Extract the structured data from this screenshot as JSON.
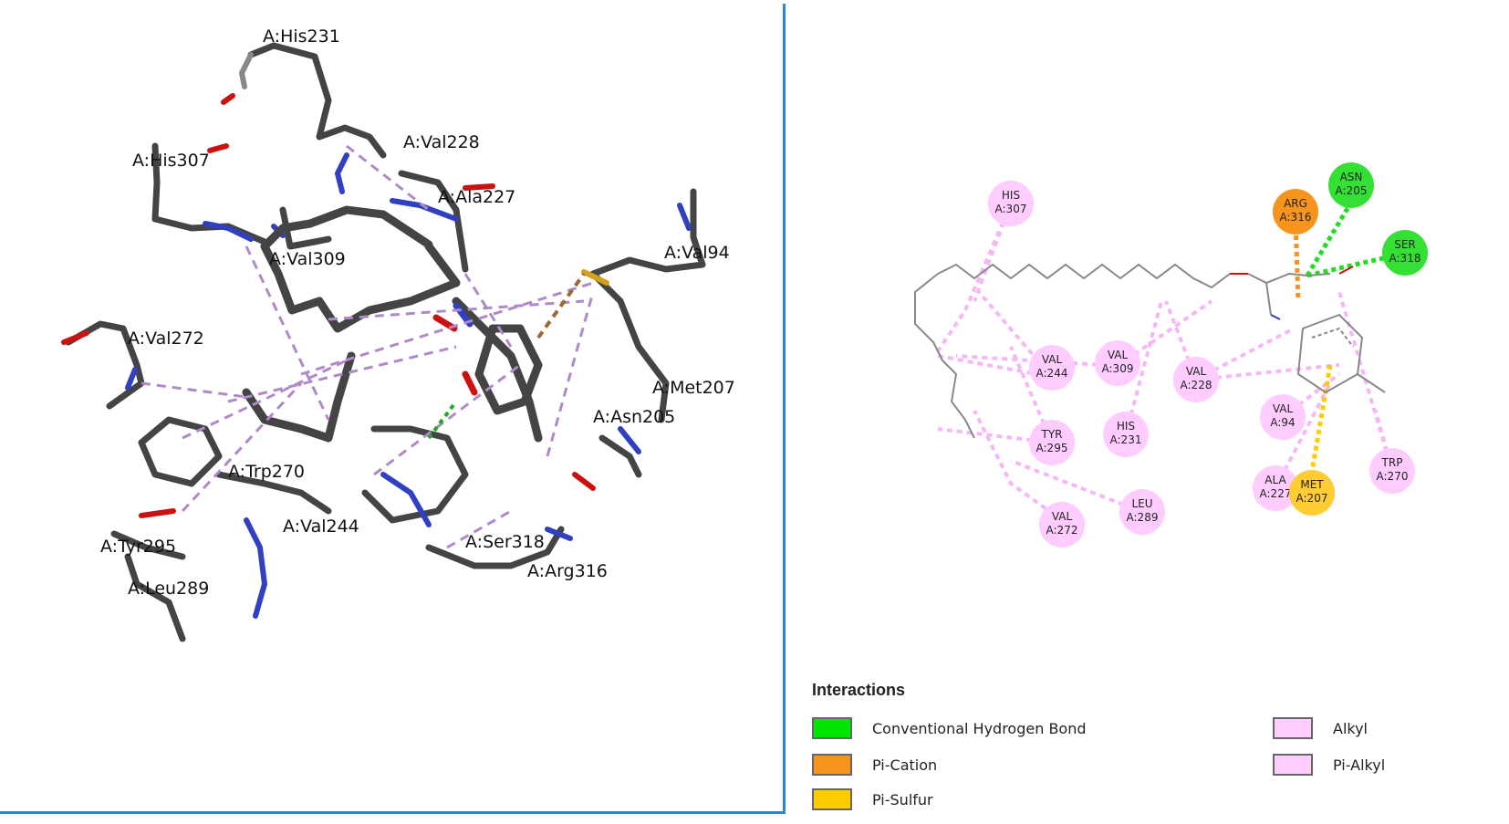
{
  "left_panel": {
    "residue_labels": [
      "A:His231",
      "A:Val228",
      "A:His307",
      "A:Ala227",
      "A:Val94",
      "A:Val309",
      "A:Val272",
      "A:Met207",
      "A:Asn205",
      "A:Trp270",
      "A:Val244",
      "A:Tyr295",
      "A:Ser318",
      "A:Arg316",
      "A:Leu289"
    ]
  },
  "right_panel": {
    "residues": [
      {
        "name": "HIS",
        "id": "A:307",
        "type": "alkyl"
      },
      {
        "name": "ARG",
        "id": "A:316",
        "type": "pi-cation"
      },
      {
        "name": "ASN",
        "id": "A:205",
        "type": "hbond"
      },
      {
        "name": "SER",
        "id": "A:318",
        "type": "hbond"
      },
      {
        "name": "VAL",
        "id": "A:244",
        "type": "alkyl"
      },
      {
        "name": "VAL",
        "id": "A:309",
        "type": "alkyl"
      },
      {
        "name": "VAL",
        "id": "A:228",
        "type": "alkyl"
      },
      {
        "name": "VAL",
        "id": "A:94",
        "type": "alkyl"
      },
      {
        "name": "HIS",
        "id": "A:231",
        "type": "alkyl"
      },
      {
        "name": "TYR",
        "id": "A:295",
        "type": "alkyl"
      },
      {
        "name": "ALA",
        "id": "A:227",
        "type": "alkyl"
      },
      {
        "name": "MET",
        "id": "A:207",
        "type": "pi-sulfur"
      },
      {
        "name": "TRP",
        "id": "A:270",
        "type": "alkyl"
      },
      {
        "name": "LEU",
        "id": "A:289",
        "type": "alkyl"
      },
      {
        "name": "VAL",
        "id": "A:272",
        "type": "alkyl"
      }
    ]
  },
  "legend": {
    "title": "Interactions",
    "items": [
      {
        "label": "Conventional Hydrogen Bond",
        "color": "#00e600"
      },
      {
        "label": "Pi-Cation",
        "color": "#f7941d"
      },
      {
        "label": "Pi-Sulfur",
        "color": "#ffcc00"
      },
      {
        "label": "Alkyl",
        "color": "#ffccff"
      },
      {
        "label": "Pi-Alkyl",
        "color": "#ffccff"
      }
    ]
  },
  "colors": {
    "hbond": "#22dd22",
    "pi_cation": "#f7941d",
    "pi_sulfur": "#ffcc00",
    "alkyl": "#ffccff",
    "alkyl_line": "#f5b8f5",
    "panel_border": "#2f86d6",
    "stick": "#444444",
    "nitrogen": "#3040c0",
    "oxygen": "#cc1111",
    "sulfur": "#d4a020"
  }
}
